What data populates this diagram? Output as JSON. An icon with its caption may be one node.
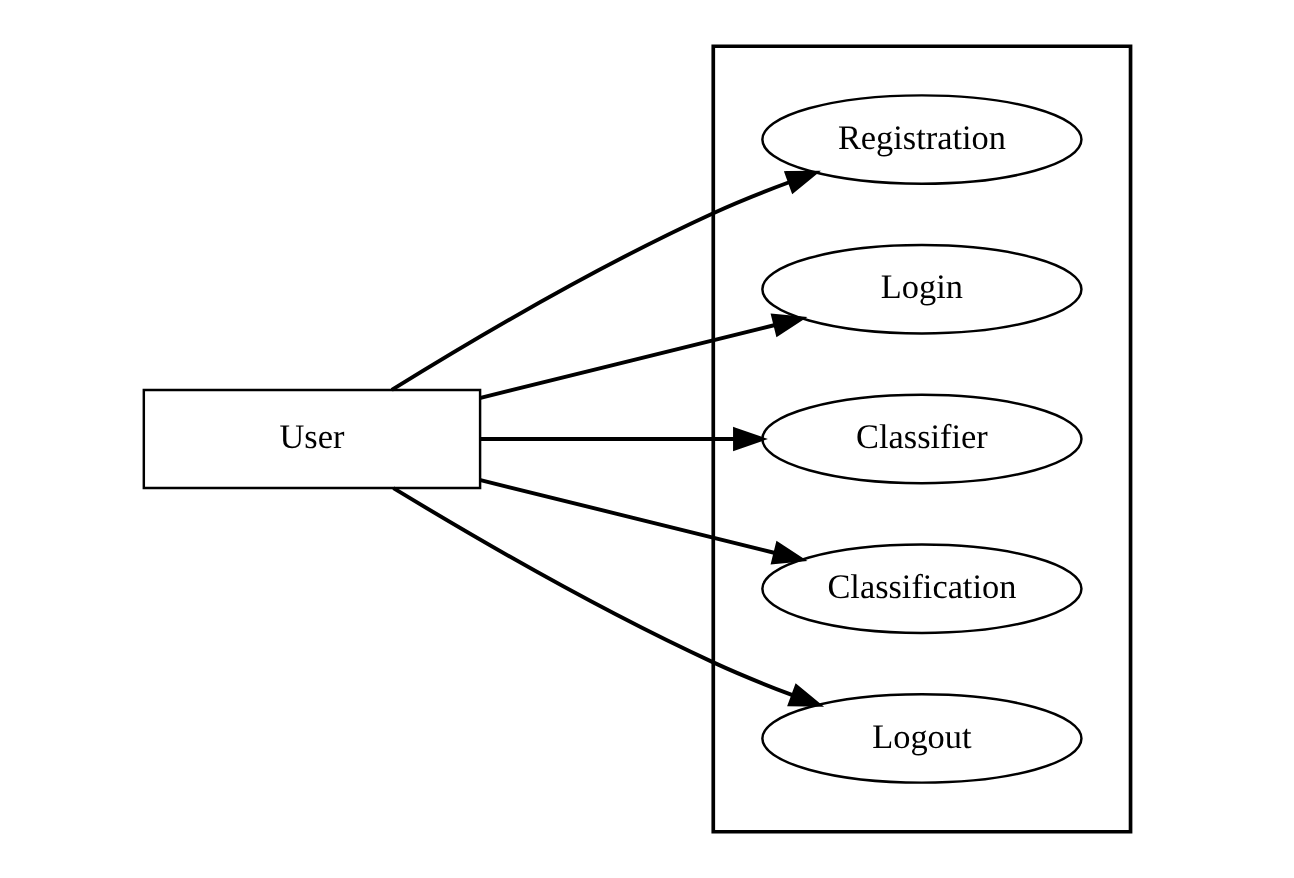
{
  "diagram": {
    "nodes": [
      {
        "text": [
          "User"
        ]
      },
      {
        "text": [],
        "shape": "box"
      },
      {
        "text": [
          "Registration"
        ],
        "in": 1
      },
      {
        "text": [
          "Login"
        ],
        "in": 1
      },
      {
        "text": [
          "Classifier"
        ],
        "in": 1
      },
      {
        "text": [
          "Classification"
        ],
        "in": 1
      },
      {
        "text": [
          "Logout"
        ],
        "in": 1
      }
    ],
    "edges": [
      {
        "from": 0,
        "to": 2,
        "arrow": "to"
      },
      {
        "from": 0,
        "to": 3,
        "arrow": "to"
      },
      {
        "from": 0,
        "to": 4,
        "arrow": "to"
      },
      {
        "from": 0,
        "to": 5,
        "arrow": "to"
      },
      {
        "from": 0,
        "to": 6,
        "arrow": "to"
      }
    ]
  }
}
